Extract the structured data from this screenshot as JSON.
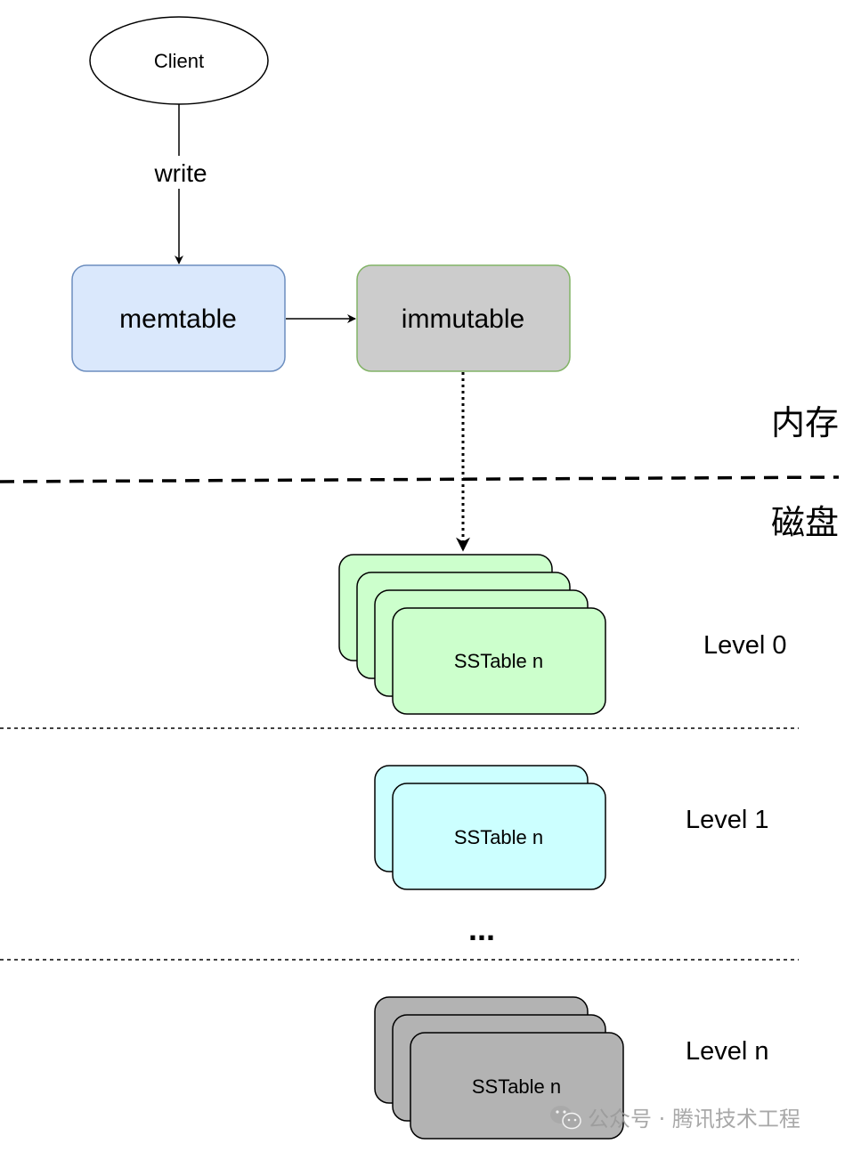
{
  "nodes": {
    "client": "Client",
    "write_label": "write",
    "memtable": "memtable",
    "immutable": "immutable"
  },
  "regions": {
    "memory": "内存",
    "disk": "磁盘"
  },
  "levels": {
    "level0": {
      "label": "Level 0",
      "sstable": "SSTable n"
    },
    "level1": {
      "label": "Level 1",
      "sstable": "SSTable n"
    },
    "ellipsis": "...",
    "leveln": {
      "label": "Level n",
      "sstable": "SSTable n"
    }
  },
  "watermark": {
    "text": "公众号 · 腾讯技术工程",
    "icon": "wechat-icon"
  },
  "colors": {
    "memtable_fill": "#dae8fc",
    "memtable_stroke": "#6c8ebf",
    "immutable_fill": "#cccccc",
    "immutable_stroke": "#82b366",
    "level0_fill": "#ccffcc",
    "level1_fill": "#ccffff",
    "leveln_fill": "#b3b3b3"
  }
}
